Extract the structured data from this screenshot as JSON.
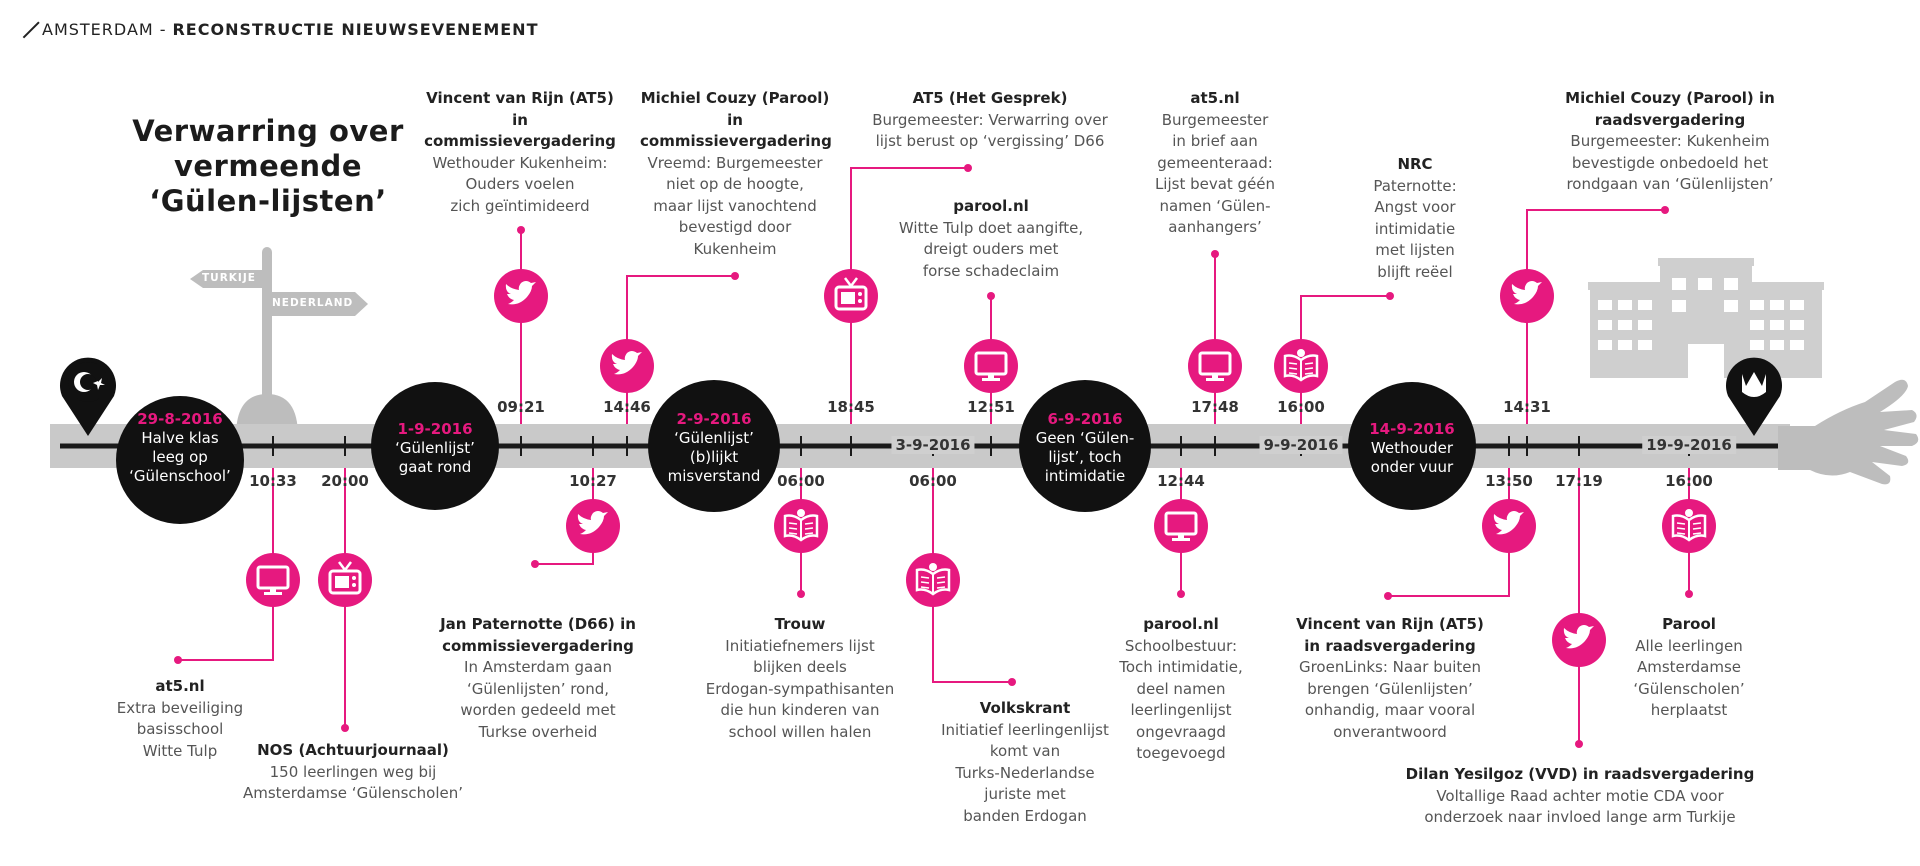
{
  "header": {
    "city": "AMSTERDAM",
    "separator": "-",
    "subtitle": "RECONSTRUCTIE NIEUWSEVENEMENT"
  },
  "title": {
    "line1": "Verwarring over",
    "line2": "vermeende",
    "line3": "‘Gülen-lijsten’"
  },
  "signs": {
    "left": "TURKIJE",
    "right": "NEDERLAND"
  },
  "colors": {
    "accent": "#e6197f",
    "timeline_band": "#c9c9c9",
    "milestone_bg": "#111111",
    "decor": "#bdbdbd"
  },
  "milestones": [
    {
      "date": "29-8-2016",
      "lines": [
        "Halve klas",
        "leeg op",
        "‘Gülenschool’"
      ]
    },
    {
      "date": "1-9-2016",
      "lines": [
        "‘Gülenlijst’",
        "gaat rond"
      ]
    },
    {
      "date": "2-9-2016",
      "lines": [
        "‘Gülenlijst’",
        "(b)lijkt",
        "misverstand"
      ]
    },
    {
      "date": "6-9-2016",
      "lines": [
        "Geen ‘Gülen-",
        "lijst’, toch",
        "intimidatie"
      ]
    },
    {
      "date": "14-9-2016",
      "lines": [
        "Wethouder",
        "onder vuur"
      ]
    }
  ],
  "timeline_dates": [
    "3-9-2016",
    "9-9-2016",
    "19-9-2016"
  ],
  "events": [
    {
      "time": "10:33",
      "icon": "monitor-icon",
      "source": "at5.nl",
      "lines": [
        "Extra beveiliging",
        "basisschool",
        "Witte Tulp"
      ]
    },
    {
      "time": "20:00",
      "icon": "tv-icon",
      "source": "NOS (Achtuurjournaal)",
      "lines": [
        "150 leerlingen weg bij",
        "Amsterdamse ‘Gülenscholen’"
      ]
    },
    {
      "time": "09:21",
      "icon": "twitter-icon",
      "source": "Vincent van Rijn (AT5) in commissievergadering",
      "lines": [
        "Wethouder Kukenheim:",
        "Ouders voelen",
        "zich geïntimideerd"
      ]
    },
    {
      "time": "10:27",
      "icon": "twitter-icon",
      "source": "Jan Paternotte (D66) in commissievergadering",
      "lines": [
        "In Amsterdam gaan",
        "‘Gülenlijsten’ rond,",
        "worden gedeeld met",
        "Turkse overheid"
      ]
    },
    {
      "time": "14:46",
      "icon": "twitter-icon",
      "source": "Michiel Couzy (Parool) in commissievergadering",
      "lines": [
        "Vreemd: Burgemeester",
        "niet op de hoogte,",
        "maar lijst vanochtend",
        "bevestigd door",
        "Kukenheim"
      ]
    },
    {
      "time": "06:00",
      "icon": "newspaper-icon",
      "source": "Trouw",
      "lines": [
        "Initiatiefnemers lijst",
        "blijken deels",
        "Erdogan-sympathisanten",
        "die hun kinderen van",
        "school willen halen"
      ]
    },
    {
      "time": "18:45",
      "icon": "tv-icon",
      "source": "AT5 (Het Gesprek)",
      "lines": [
        "Burgemeester: Verwarring over",
        "lijst berust op ‘vergissing’ D66"
      ]
    },
    {
      "time": "06:00",
      "icon": "newspaper-icon",
      "source": "Volkskrant",
      "lines": [
        "Initiatief leerlingenlijst",
        "komt van",
        "Turks-Nederlandse",
        "juriste met",
        "banden Erdogan"
      ]
    },
    {
      "time": "12:51",
      "icon": "monitor-icon",
      "source": "parool.nl",
      "lines": [
        "Witte Tulp doet aangifte,",
        "dreigt ouders met",
        "forse schadeclaim"
      ]
    },
    {
      "time": "12:44",
      "icon": "monitor-icon",
      "source": "parool.nl",
      "lines": [
        "Schoolbestuur:",
        "Toch intimidatie,",
        "deel namen",
        "leerlingenlijst",
        "ongevraagd",
        "toegevoegd"
      ]
    },
    {
      "time": "17:48",
      "icon": "monitor-icon",
      "source": "at5.nl",
      "lines": [
        "Burgemeester",
        "in brief aan",
        "gemeenteraad:",
        "Lijst bevat géén",
        "namen ‘Gülen-",
        "aanhangers’"
      ]
    },
    {
      "time": "16:00",
      "icon": "newspaper-icon",
      "source": "NRC",
      "lines": [
        "Paternotte:",
        "Angst voor",
        "intimidatie",
        "met lijsten",
        "blijft reëel"
      ]
    },
    {
      "time": "13:50",
      "icon": "twitter-icon",
      "source": "Vincent van Rijn (AT5) in raadsvergadering",
      "lines": [
        "GroenLinks: Naar buiten",
        "brengen ‘Gülenlijsten’",
        "onhandig, maar vooral",
        "onverantwoord"
      ]
    },
    {
      "time": "14:31",
      "icon": "twitter-icon",
      "source": "Michiel Couzy (Parool) in raadsvergadering",
      "lines": [
        "Burgemeester: Kukenheim",
        "bevestigde onbedoeld het",
        "rondgaan van ‘Gülenlijsten’"
      ]
    },
    {
      "time": "17:19",
      "icon": "twitter-icon",
      "source": "Dilan Yesilgoz (VVD) in raadsvergadering",
      "lines": [
        "Voltallige Raad achter motie CDA voor",
        "onderzoek naar invloed lange arm Turkije"
      ]
    },
    {
      "time": "16:00",
      "icon": "newspaper-icon",
      "source": "Parool",
      "lines": [
        "Alle leerlingen",
        "Amsterdamse",
        "‘Gülenscholen’",
        "herplaatst"
      ]
    }
  ]
}
